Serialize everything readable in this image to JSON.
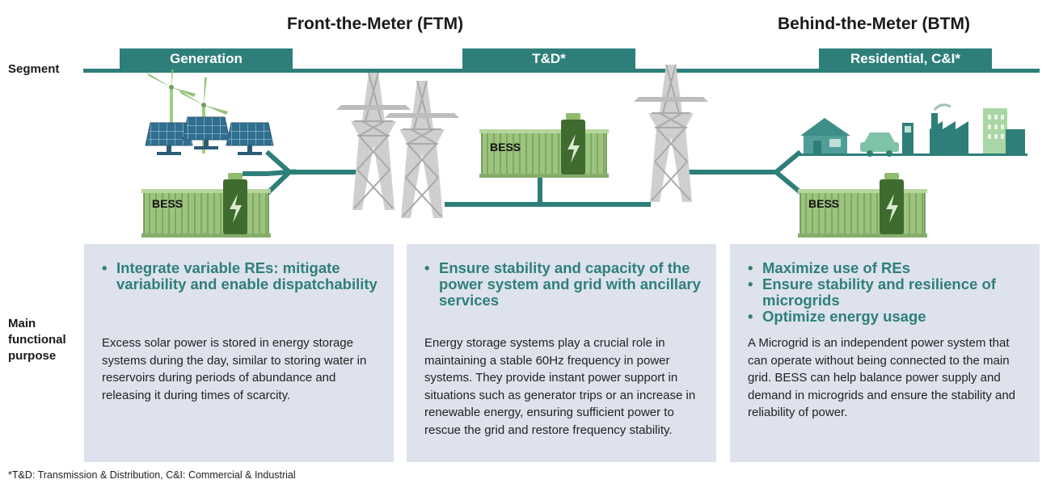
{
  "header": {
    "ftm_title": "Front-the-Meter (FTM)",
    "btm_title": "Behind-the-Meter (BTM)"
  },
  "row_labels": {
    "segment": "Segment",
    "purpose_line1": "Main",
    "purpose_line2": "functional",
    "purpose_line3": "purpose"
  },
  "segments": [
    {
      "label": "Generation"
    },
    {
      "label": "T&D*"
    },
    {
      "label": "Residential, C&I*"
    }
  ],
  "bess_label": "BESS",
  "panels": [
    {
      "bullets": [
        "Integrate variable REs: mitigate variability and enable dispatchability"
      ],
      "description": "Excess solar power is stored in energy storage systems during the day, similar to storing water in reservoirs during periods of abundance and releasing it during times of scarcity."
    },
    {
      "bullets": [
        "Ensure stability and capacity of the power system and grid with ancillary services"
      ],
      "description": "Energy storage systems play a crucial role in maintaining a stable 60Hz frequency in power systems. They provide instant power support in situations such as generator trips or an increase in renewable energy, ensuring sufficient power to rescue the grid and restore frequency stability."
    },
    {
      "bullets": [
        "Maximize use of REs",
        "Ensure stability and resilience of microgrids",
        "Optimize energy usage"
      ],
      "description": "A Microgrid is an independent power system that can operate without being connected to the main grid. BESS can help balance power supply and demand in microgrids and ensure the stability and reliability of power."
    }
  ],
  "footnote": "*T&D: Transmission & Distribution, C&I: Commercial & Industrial",
  "colors": {
    "teal": "#2e7f7a",
    "bess_green": "#9cc47f",
    "bess_dark": "#3f6b2e",
    "panel_bg": "#dde2ec",
    "tower_gray": "#c9c9c9"
  },
  "icons": [
    "wind-turbine-icon",
    "solar-panel-icon",
    "transmission-tower-icon",
    "battery-container-icon",
    "house-icon",
    "electric-car-icon",
    "ev-charger-icon",
    "factory-icon",
    "office-building-icon"
  ]
}
